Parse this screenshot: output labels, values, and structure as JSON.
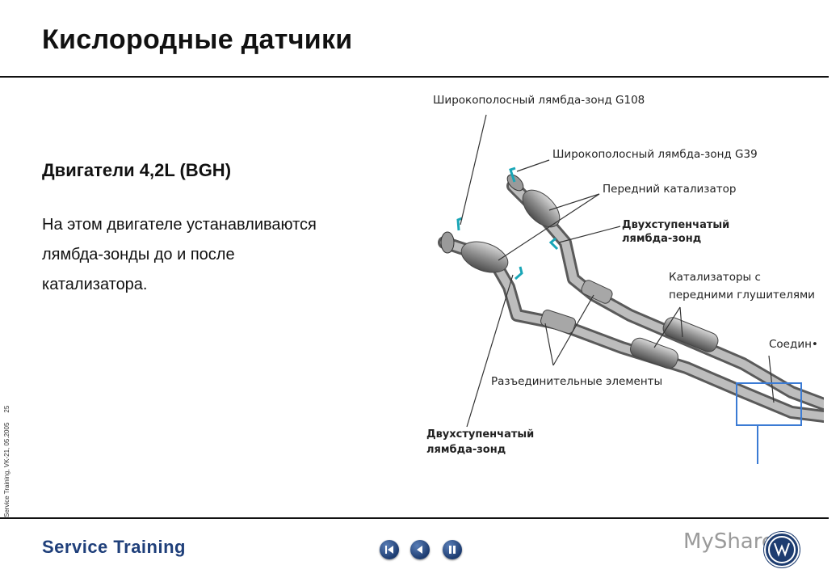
{
  "slide": {
    "title": "Кислородные датчики",
    "subtitle": "Двигатели 4,2L (BGH)",
    "body_lines": [
      "На этом двигателе устанавливаются",
      "лямбда-зонды до и после",
      "катализатора."
    ],
    "side_label": "Service Training, VK-21, 05.2005",
    "page_number": "25"
  },
  "diagram": {
    "labels": {
      "g108": "Широкополосный лямбда-зонд G108",
      "g39": "Широкополосный лямбда-зонд G39",
      "front_cat": "Передний катализатор",
      "two_stage_top_1": "Двухступенчатый",
      "two_stage_top_2": "лямбда-зонд",
      "cats_mufflers_1": "Катализаторы с",
      "cats_mufflers_2": "передними глушителями",
      "connection": "Соедин•",
      "decouplers": "Разъединительные элементы",
      "two_stage_bottom_1": "Двухступенчатый",
      "two_stage_bottom_2": "лямбда-зонд"
    },
    "colors": {
      "sensor": "#1aa6b7",
      "highlight_box": "#3b7bd4",
      "pipe": "#8d8d8d"
    }
  },
  "footer": {
    "brand": "Service Training",
    "nav": [
      {
        "name": "first-slide-button",
        "icon": "skip-back-icon"
      },
      {
        "name": "previous-slide-button",
        "icon": "triangle-left-icon"
      },
      {
        "name": "pause-button",
        "icon": "pause-icon"
      }
    ],
    "watermark": "MyShared",
    "logo": "VW"
  }
}
